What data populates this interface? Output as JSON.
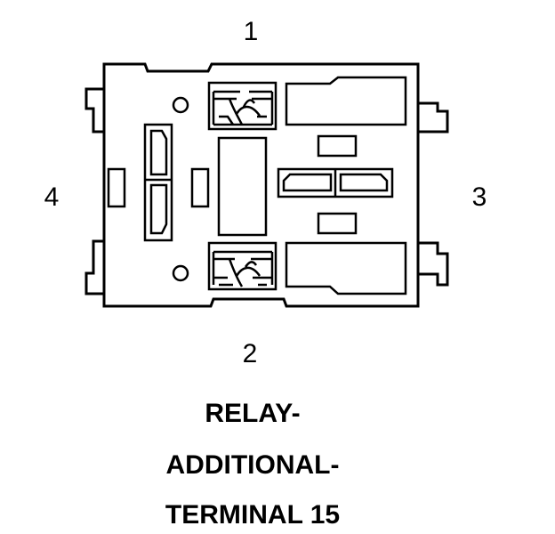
{
  "pins": {
    "pin1": "1",
    "pin2": "2",
    "pin3": "3",
    "pin4": "4"
  },
  "caption": {
    "line1": "RELAY-",
    "line2": "ADDITIONAL-",
    "line3": "TERMINAL 15"
  }
}
